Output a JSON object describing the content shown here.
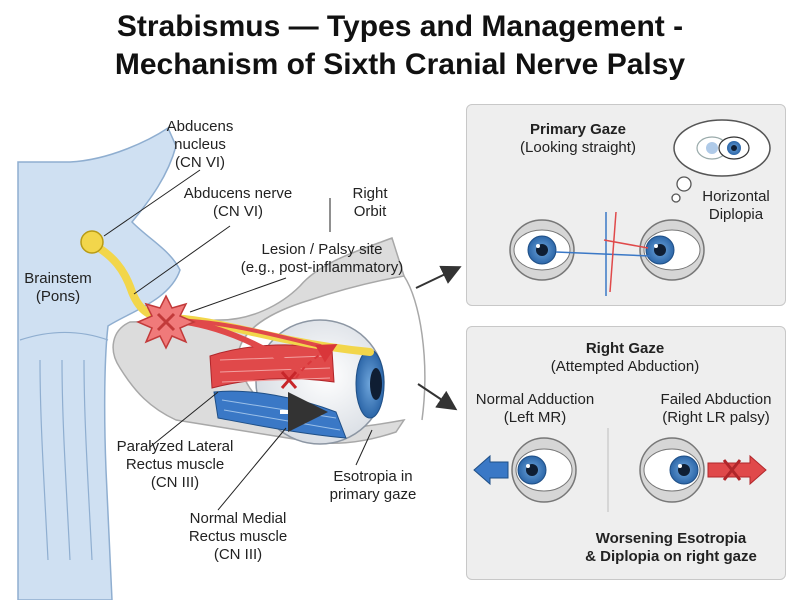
{
  "title": {
    "line1": "Strabismus — Types and Management -",
    "line2": "Mechanism of Sixth Cranial Nerve Palsy"
  },
  "anatomy": {
    "abducens_nucleus": [
      "Abducens",
      "nucleus",
      "(CN VI)"
    ],
    "abducens_nerve": [
      "Abducens nerve",
      "(CN VI)"
    ],
    "right_orbit": [
      "Right",
      "Orbit"
    ],
    "lesion": [
      "Lesion / Palsy site",
      "(e.g., post-inflammatory)"
    ],
    "brainstem": [
      "Brainstem",
      "(Pons)"
    ],
    "lateral_rectus": [
      "Paralyzed Lateral",
      "Rectus muscle",
      "(CN III)"
    ],
    "medial_rectus": [
      "Normal Medial",
      "Rectus muscle",
      "(CN III)"
    ],
    "esotropia": [
      "Esotropia in",
      "primary gaze"
    ]
  },
  "primary_panel": {
    "heading": "Primary Gaze",
    "sub": "(Looking straight)",
    "diplopia": [
      "Horizontal",
      "Diplopia"
    ]
  },
  "right_panel": {
    "heading": "Right Gaze",
    "sub": "(Attempted Abduction)",
    "normal": [
      "Normal Adduction",
      "(Left MR)"
    ],
    "failed": [
      "Failed Abduction",
      "(Right LR palsy)"
    ],
    "footer": [
      "Worsening Esotropia",
      "& Diplopia on right gaze"
    ]
  },
  "colors": {
    "nerve": "#f2d64b",
    "lesion": "#f07a7a",
    "lateral_rectus": "#e0494a",
    "medial_rectus": "#3a78c6",
    "iris": "#3a7cc4",
    "brainstem": "#cfe0f2",
    "panel_bg": "#eeeeee"
  }
}
